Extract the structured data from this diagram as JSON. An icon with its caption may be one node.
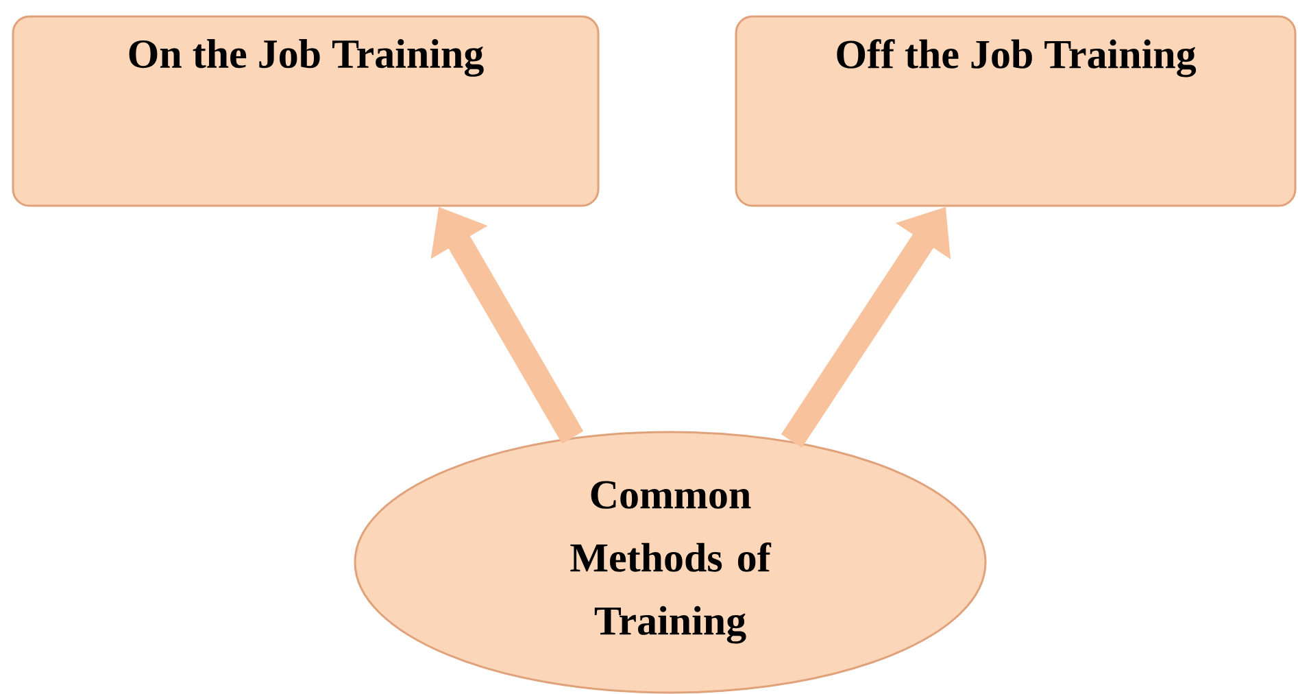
{
  "diagram": {
    "nodes": [
      {
        "text": [
          "On the Job Training"
        ]
      },
      {
        "text": [
          "Off the Job Training"
        ]
      },
      {
        "text": [
          "Common Methods of Training"
        ]
      }
    ],
    "edges": [
      {
        "from": 2,
        "to": 0,
        "arrow": "to"
      },
      {
        "from": 2,
        "to": 1,
        "arrow": "to"
      }
    ]
  }
}
